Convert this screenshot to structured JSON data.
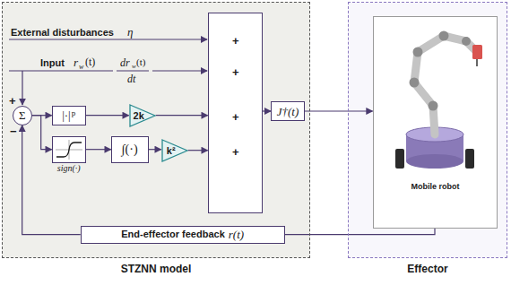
{
  "diagram": {
    "nodes": [
      {
        "text": [
          "STZNN model"
        ]
      },
      {
        "text": [
          "+",
          "+",
          "+",
          "+"
        ],
        "in": 0
      },
      {
        "text": [
          "Σ"
        ],
        "in": 0
      },
      {
        "text": [
          "|·|",
          "p"
        ],
        "in": 0
      },
      {
        "text": [
          "2k"
        ],
        "in": 0
      },
      {
        "text": [
          "sign(·)"
        ],
        "in": 0
      },
      {
        "text": [
          "∫(·)"
        ],
        "in": 0
      },
      {
        "text": [
          "k²"
        ],
        "in": 0
      },
      {
        "text": [
          "J†(t)"
        ]
      },
      {
        "text": [
          "End-effector feedback",
          "r(t)"
        ],
        "in": 0
      },
      {
        "text": [
          "Effector"
        ]
      },
      {
        "text": [
          "Mobile robot"
        ],
        "in": 10
      }
    ],
    "edges": [
      {
        "from": 1,
        "to": 8,
        "arrow": "to"
      },
      {
        "from": 8,
        "to": 11,
        "arrow": "to"
      },
      {
        "from": 11,
        "to": 9,
        "arrow": "none"
      },
      {
        "from": 9,
        "to": 2,
        "arrow": "to"
      },
      {
        "from": 2,
        "to": 3,
        "arrow": "to"
      },
      {
        "from": 2,
        "to": 5,
        "arrow": "to"
      },
      {
        "from": 3,
        "to": 4,
        "arrow": "to"
      },
      {
        "from": 4,
        "to": 1,
        "arrow": "to"
      },
      {
        "from": 5,
        "to": 6,
        "arrow": "to"
      },
      {
        "from": 6,
        "to": 7,
        "arrow": "to"
      },
      {
        "from": 7,
        "to": 1,
        "arrow": "to"
      }
    ],
    "labels": [
      "External disturbances",
      "η",
      "Input",
      "r",
      "w",
      "(t)",
      "dr",
      "w",
      "(t)",
      "dt",
      "+",
      "−"
    ]
  }
}
